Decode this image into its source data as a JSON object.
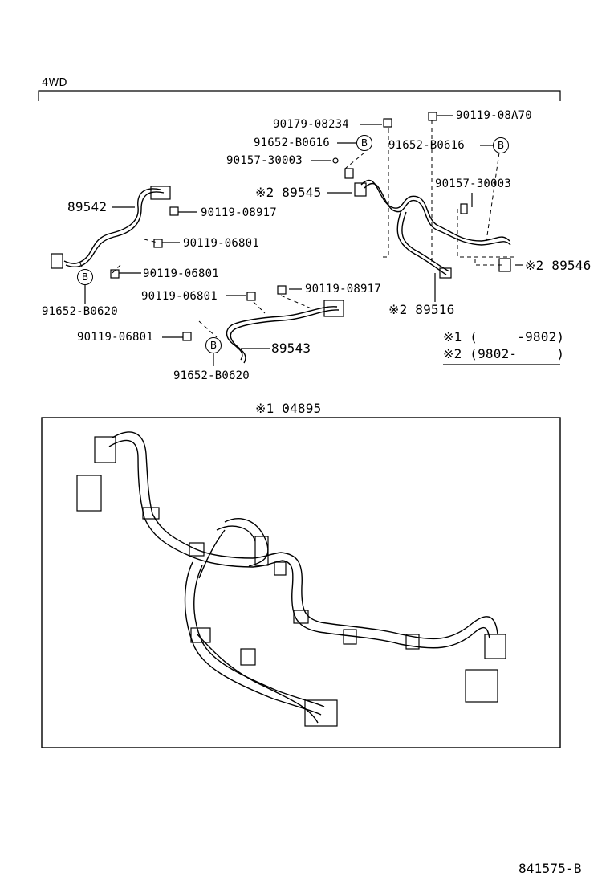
{
  "header": {
    "variant": "4WD"
  },
  "upper_parts": {
    "p1": "90179-08234",
    "p2": "90119-08A70",
    "p3": "91652-B0616",
    "p4": "91652-B0616",
    "p5": "90157-30003",
    "p6": "90157-30003",
    "p7": "※2 89545",
    "p8": "89542",
    "p9": "90119-08917",
    "p10": "90119-06801",
    "p11": "90119-06801",
    "p12": "91652-B0620",
    "p13": "※2 89546",
    "p14": "※2 89516",
    "p15": "90119-06801",
    "p16": "90119-08917",
    "p17": "90119-06801",
    "p18": "89543",
    "p19": "91652-B0620"
  },
  "callout_symbol": "B",
  "notes": {
    "n1": "※1 (     -9802)",
    "n2": "※2 (9802-     )"
  },
  "assembly": {
    "label": "※1 04895"
  },
  "footer": {
    "code": "841575-B"
  }
}
